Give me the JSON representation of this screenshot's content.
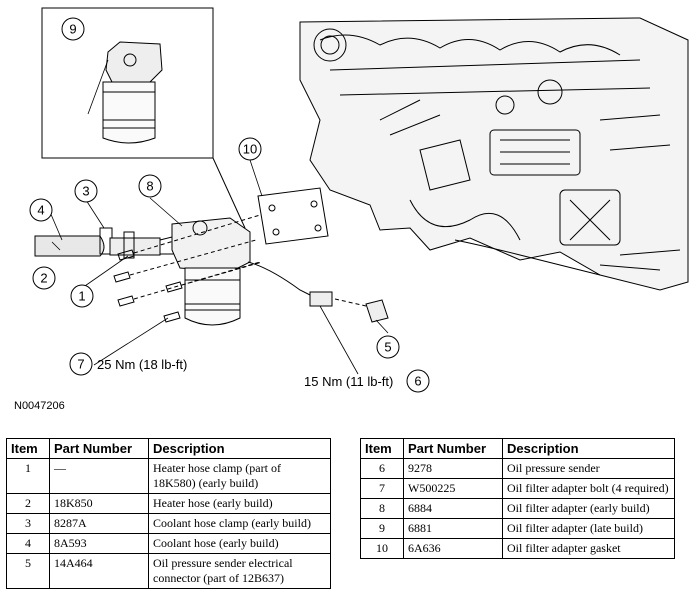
{
  "diagram": {
    "figure_id": "N0047206",
    "callouts": [
      "1",
      "2",
      "3",
      "4",
      "5",
      "6",
      "7",
      "8",
      "9",
      "10"
    ],
    "torque_7": "25 Nm (18 lb-ft)",
    "torque_6": "15 Nm (11 lb-ft)"
  },
  "table": {
    "headers": {
      "item": "Item",
      "part": "Part Number",
      "desc": "Description"
    },
    "left_rows": [
      {
        "item": "1",
        "part": "—",
        "desc": "Heater hose clamp (part of 18K580) (early build)"
      },
      {
        "item": "2",
        "part": "18K850",
        "desc": "Heater hose (early build)"
      },
      {
        "item": "3",
        "part": "8287A",
        "desc": "Coolant hose clamp (early build)"
      },
      {
        "item": "4",
        "part": "8A593",
        "desc": "Coolant hose (early build)"
      },
      {
        "item": "5",
        "part": "14A464",
        "desc": "Oil pressure sender electrical connector (part of 12B637)"
      }
    ],
    "right_rows": [
      {
        "item": "6",
        "part": "9278",
        "desc": "Oil pressure sender"
      },
      {
        "item": "7",
        "part": "W500225",
        "desc": "Oil filter adapter bolt (4 required)"
      },
      {
        "item": "8",
        "part": "6884",
        "desc": "Oil filter adapter (early build)"
      },
      {
        "item": "9",
        "part": "6881",
        "desc": "Oil filter adapter (late build)"
      },
      {
        "item": "10",
        "part": "6A636",
        "desc": "Oil filter adapter gasket"
      }
    ]
  }
}
